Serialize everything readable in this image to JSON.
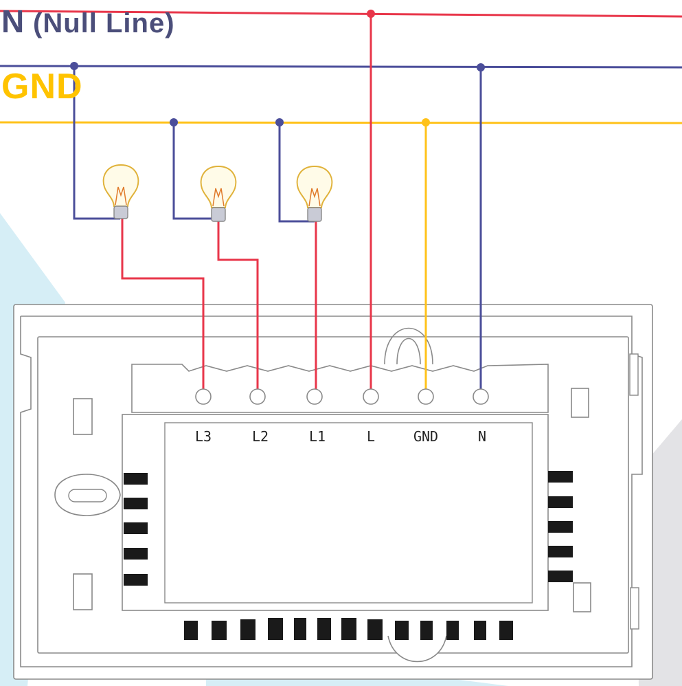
{
  "legend": {
    "null_line_letter": "N",
    "null_line_text": "(Null Line)",
    "ground_text": "GND"
  },
  "wire_colors": {
    "live": "#e8364a",
    "neutral": "#4b4e9a",
    "ground": "#ffc21a"
  },
  "terminals": [
    "L3",
    "L2",
    "L1",
    "L",
    "GND",
    "N"
  ],
  "lamps": [
    "lamp-3",
    "lamp-2",
    "lamp-1"
  ]
}
